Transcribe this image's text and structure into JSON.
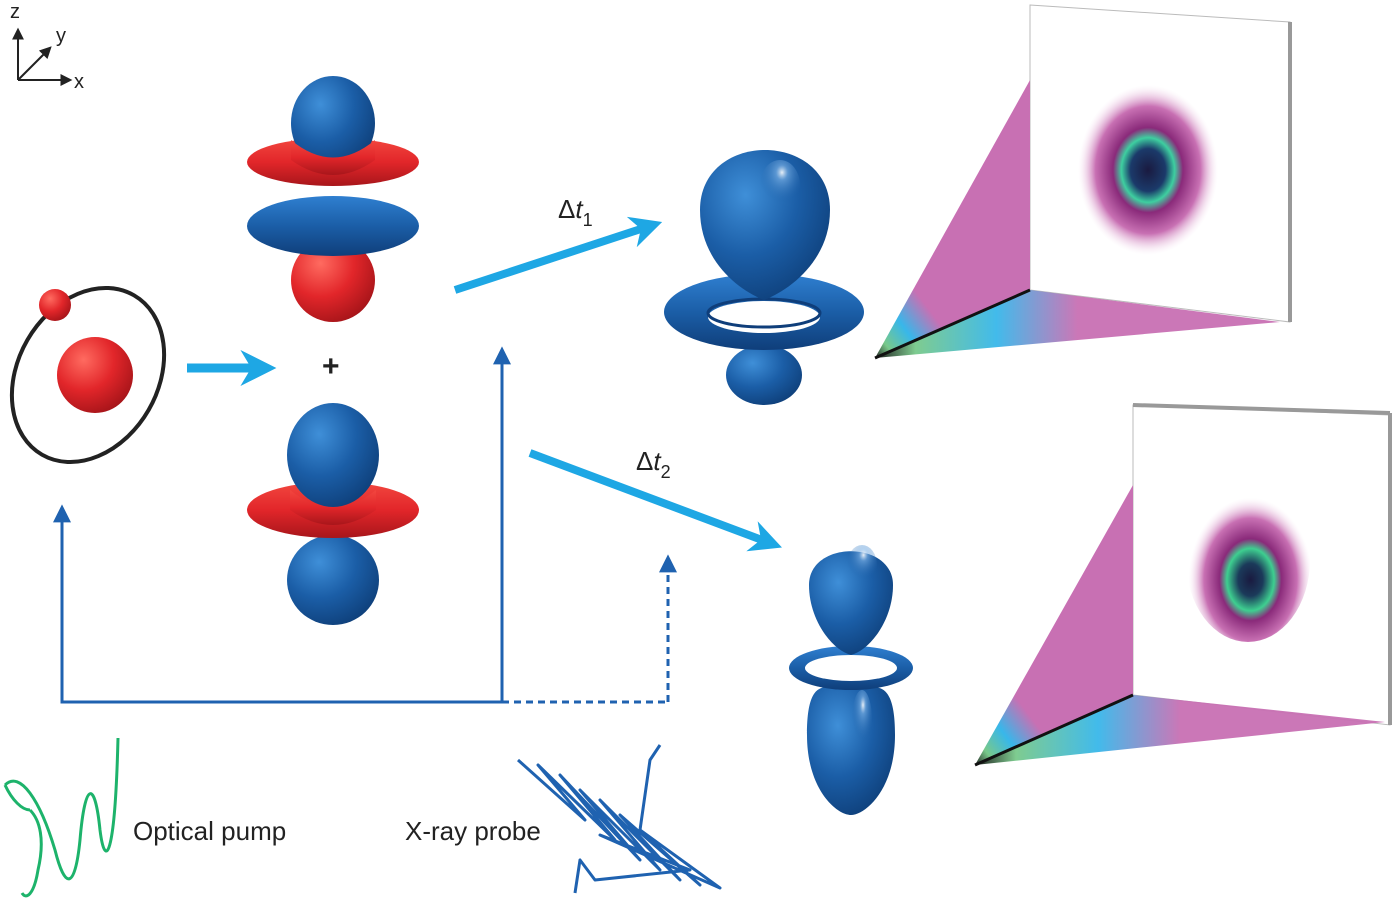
{
  "axes": {
    "z": "z",
    "y": "y",
    "x": "x"
  },
  "plus": "+",
  "delay1": {
    "symbol": "Δ",
    "var": "t",
    "sub": "1"
  },
  "delay2": {
    "symbol": "Δ",
    "var": "t",
    "sub": "2"
  },
  "legend": {
    "pump": "Optical pump",
    "probe": "X-ray probe"
  },
  "colors": {
    "orbital_blue": "#1b5ea7",
    "orbital_red": "#e2262a",
    "arrow_cyan": "#1ea7e4",
    "line_blue": "#1f62b0",
    "pump_green": "#1db36b",
    "probe_blue": "#1f62b0",
    "detector_magenta": "#c870b3",
    "detector_cyan": "#38b7ea",
    "detector_green": "#78c98a"
  }
}
